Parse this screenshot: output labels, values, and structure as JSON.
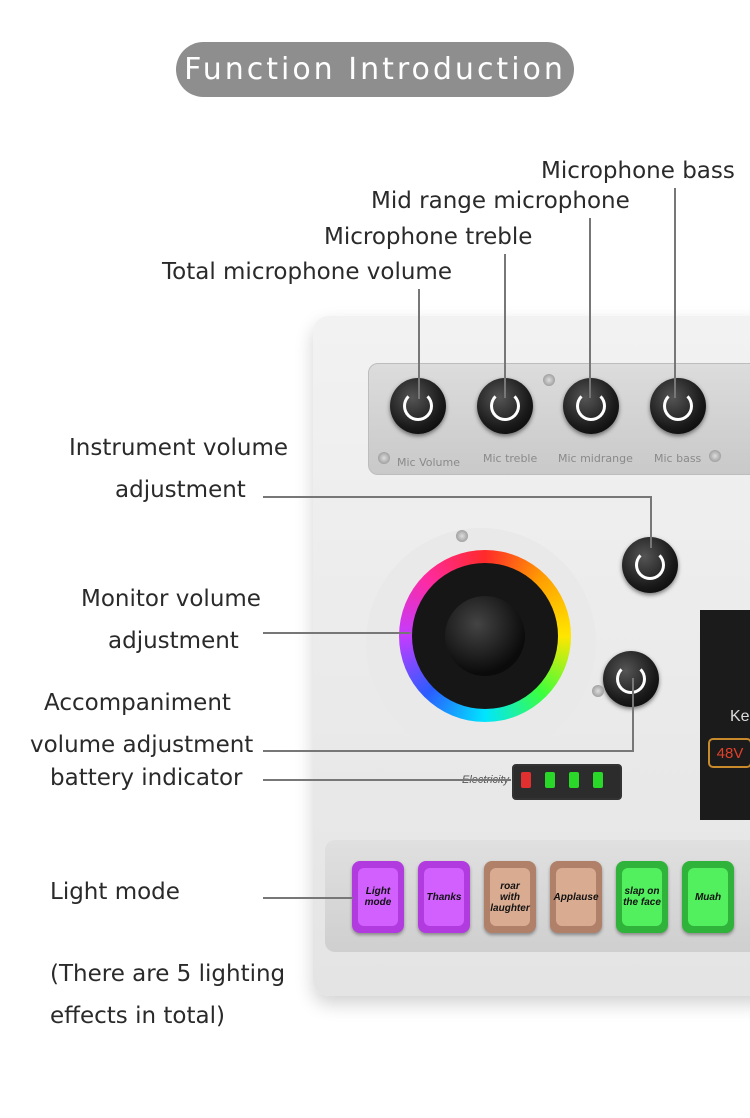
{
  "header": {
    "title": "Function Introduction"
  },
  "labels": {
    "mic_bass": "Microphone bass",
    "mid_range": "Mid range microphone",
    "mic_treble": "Microphone treble",
    "total_mic_volume": "Total microphone volume",
    "instrument_volume_1": "Instrument volume",
    "instrument_volume_2": "adjustment",
    "monitor_volume_1": "Monitor volume",
    "monitor_volume_2": "adjustment",
    "accompaniment_1": "Accompaniment",
    "accompaniment_2": "volume adjustment",
    "battery": "battery indicator",
    "light_mode": "Light mode",
    "note_1": "(There are 5 lighting",
    "note_2": "effects in total)"
  },
  "device": {
    "knob_labels": [
      "Mic Volume",
      "Mic treble",
      "Mic midrange",
      "Mic bass"
    ],
    "electricity_label": "Electricity",
    "voltage_badge": "48V",
    "ke_text": "Ke",
    "pads": [
      {
        "label": "Light mode",
        "color": "#b23be0"
      },
      {
        "label": "Thanks",
        "color": "#b23be0"
      },
      {
        "label": "roar with laughter",
        "color": "#c99a7e"
      },
      {
        "label": "Applause",
        "color": "#c99a7e"
      },
      {
        "label": "slap on the face",
        "color": "#3ed14a"
      },
      {
        "label": "Muah",
        "color": "#3ed14a"
      }
    ],
    "battery_cells": [
      "#e23030",
      "#2ad82a",
      "#2ad82a",
      "#2ad82a"
    ]
  }
}
